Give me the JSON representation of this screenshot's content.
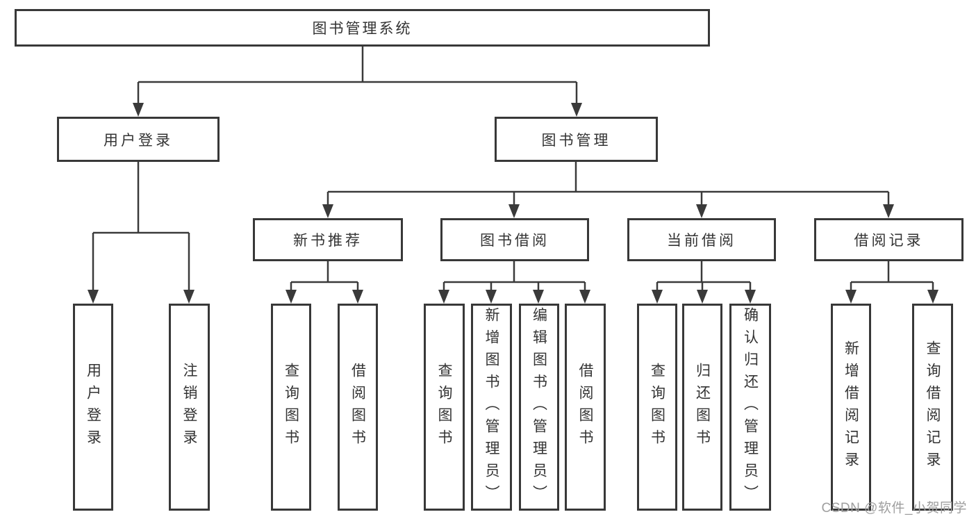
{
  "diagram_title": "图书管理系统",
  "tree": {
    "root": {
      "label": "图书管理系统"
    },
    "branches": [
      {
        "label": "用户登录",
        "children": [
          {
            "label": "用户登录"
          },
          {
            "label": "注销登录"
          }
        ]
      },
      {
        "label": "图书管理",
        "children": [
          {
            "label": "新书推荐",
            "children": [
              {
                "label": "查询图书"
              },
              {
                "label": "借阅图书"
              }
            ]
          },
          {
            "label": "图书借阅",
            "children": [
              {
                "label": "查询图书"
              },
              {
                "label": "新增图书（管理员）"
              },
              {
                "label": "编辑图书（管理员）"
              },
              {
                "label": "借阅图书"
              }
            ]
          },
          {
            "label": "当前借阅",
            "children": [
              {
                "label": "查询图书"
              },
              {
                "label": "归还图书"
              },
              {
                "label": "确认归还（管理员）"
              }
            ]
          },
          {
            "label": "借阅记录",
            "children": [
              {
                "label": "新增借阅记录"
              },
              {
                "label": "查询借阅记录"
              }
            ]
          }
        ]
      }
    ]
  },
  "watermark": {
    "text": "CSDN @软件_小贺同学"
  },
  "colors": {
    "line": "#3a3a3a",
    "box_border": "#383838",
    "text": "#333333",
    "watermark": "#9e9e9e",
    "background": "#ffffff"
  }
}
